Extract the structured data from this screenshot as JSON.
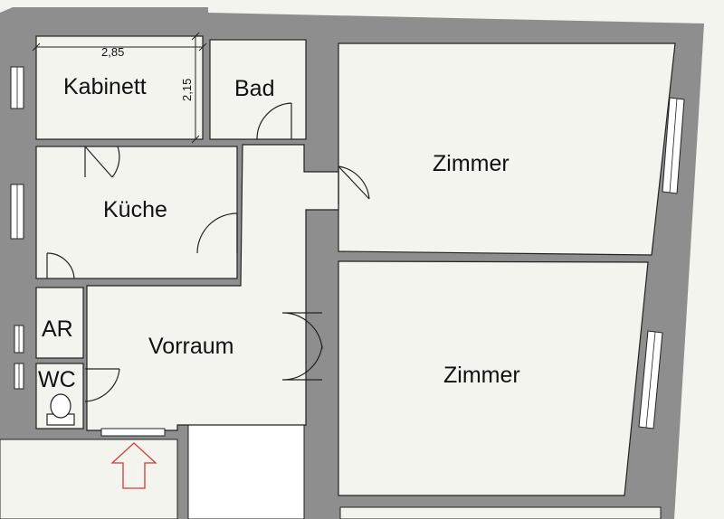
{
  "rooms": {
    "kabinett": "Kabinett",
    "bad": "Bad",
    "kueche": "Küche",
    "zimmer_top": "Zimmer",
    "zimmer_bottom": "Zimmer",
    "vorraum": "Vorraum",
    "ar": "AR",
    "wc": "WC"
  },
  "dimensions": {
    "kabinett_width": "2,85",
    "kabinett_depth": "2,15"
  },
  "colors": {
    "wall": "#8e8e8e",
    "floor": "#f4f4ef",
    "outside": "#f4f4ef",
    "line": "#222222",
    "entrance_arrow": "#d03a3a"
  },
  "icons": {
    "entrance": "entrance-arrow-icon",
    "toilet": "toilet-icon"
  }
}
